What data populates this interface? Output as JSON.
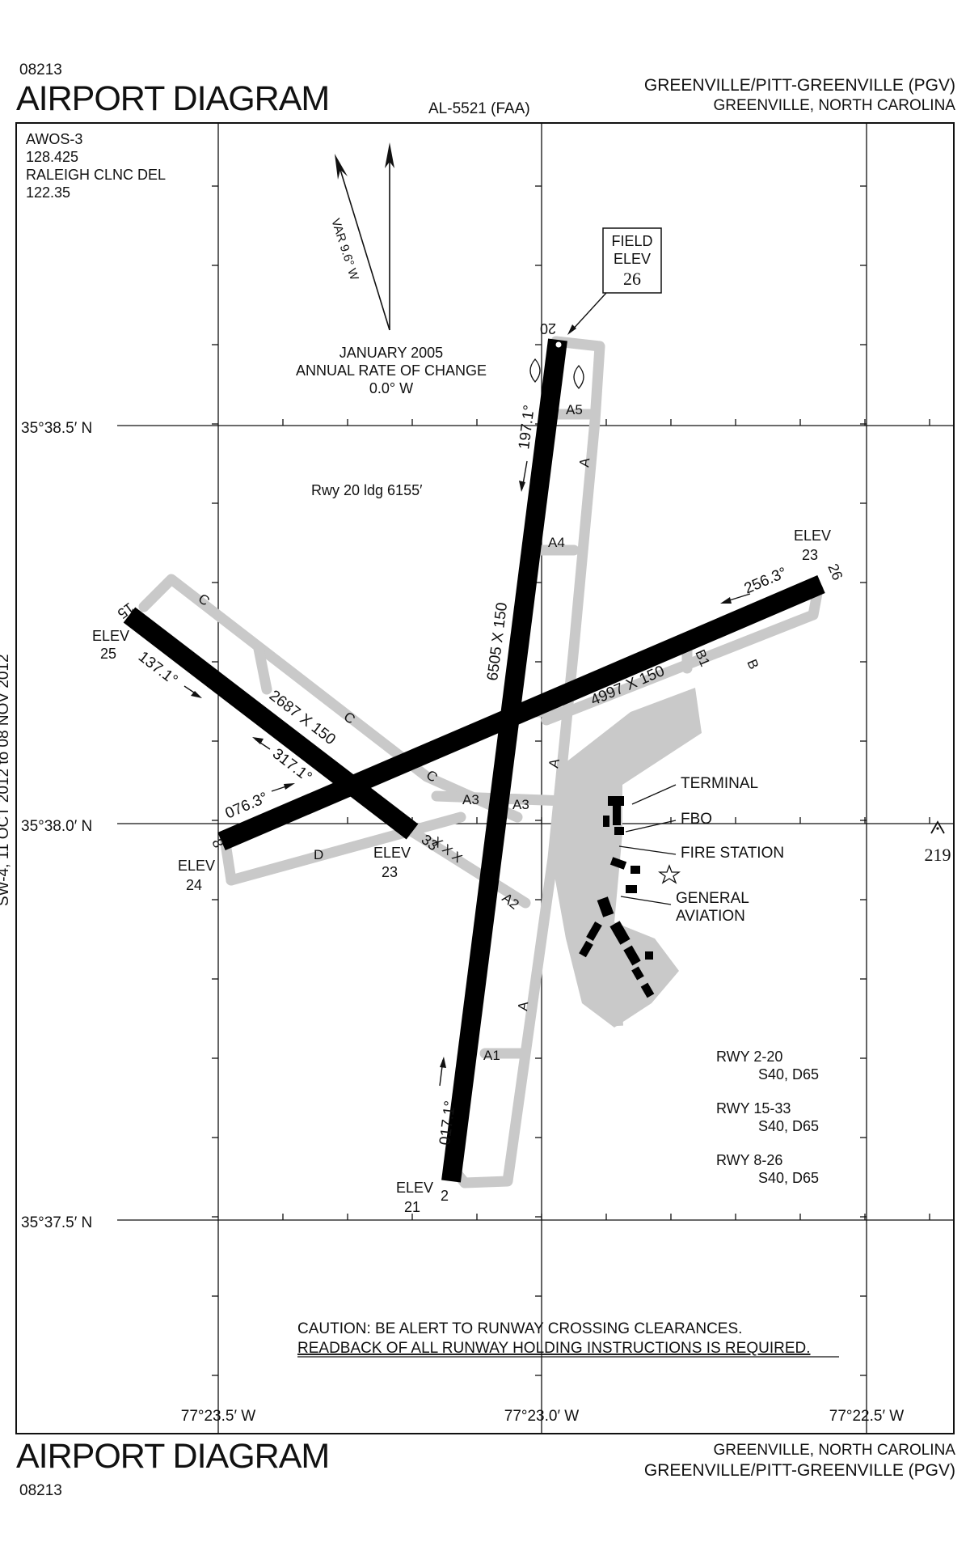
{
  "header": {
    "doc_number": "08213",
    "title": "AIRPORT DIAGRAM",
    "chart_id": "AL-5521 (FAA)",
    "airport_name": "GREENVILLE/PITT-GREENVILLE (PGV)",
    "location": "GREENVILLE, NORTH CAROLINA"
  },
  "footer": {
    "doc_number": "08213",
    "title": "AIRPORT DIAGRAM",
    "airport_name": "GREENVILLE/PITT-GREENVILLE (PGV)",
    "location": "GREENVILLE, NORTH CAROLINA"
  },
  "comms": [
    "AWOS-3",
    "128.425",
    "RALEIGH CLNC DEL",
    "122.35"
  ],
  "magnetic": {
    "variation": "VAR 9.6° W",
    "date": "JANUARY 2005",
    "rate_label": "ANNUAL RATE OF CHANGE",
    "rate_value": "0.0° W"
  },
  "field_elev": {
    "line1": "FIELD",
    "line2": "ELEV",
    "value": "26"
  },
  "latitudes": [
    "35°38.5′ N",
    "35°38.0′ N",
    "35°37.5′ N"
  ],
  "longitudes": [
    "77°23.5′ W",
    "77°23.0′ W",
    "77°22.5′ W"
  ],
  "runways": {
    "rwy_2_20": {
      "end_2": "2",
      "end_20": "20",
      "dims": "6505 X 150",
      "hdg_20": "197.1°",
      "hdg_2": "017.1°",
      "ldg_note": "Rwy 20 ldg 6155′",
      "elev_2_label": "ELEV",
      "elev_2_value": "21"
    },
    "rwy_8_26": {
      "end_8": "8",
      "end_26": "26",
      "dims": "4997 X 150",
      "hdg_26": "256.3°",
      "hdg_8": "076.3°",
      "elev_8_label": "ELEV",
      "elev_8_value": "24",
      "elev_26_label": "ELEV",
      "elev_26_value": "23"
    },
    "rwy_15_33": {
      "end_15": "15",
      "end_33": "33",
      "dims": "2687 X 150",
      "hdg_15": "137.1°",
      "hdg_33": "317.1°",
      "elev_15_label": "ELEV",
      "elev_15_value": "25",
      "elev_33_label": "ELEV",
      "elev_33_value": "23",
      "closed_marks": "X X X"
    }
  },
  "taxiways": {
    "a": "A",
    "a1": "A1",
    "a2": "A2",
    "a3": "A3",
    "a4": "A4",
    "a5": "A5",
    "b": "B",
    "b1": "B1",
    "c": "C",
    "d": "D"
  },
  "facilities": {
    "terminal": "TERMINAL",
    "fbo": "FBO",
    "fire_station": "FIRE STATION",
    "general_aviation_1": "GENERAL",
    "general_aviation_2": "AVIATION"
  },
  "obstacle": {
    "value": "219"
  },
  "pcn": [
    {
      "rwy": "RWY 2-20",
      "value": "S40, D65"
    },
    {
      "rwy": "RWY 15-33",
      "value": "S40, D65"
    },
    {
      "rwy": "RWY 8-26",
      "value": "S40, D65"
    }
  ],
  "caution": {
    "line1": "CAUTION: BE ALERT TO RUNWAY CROSSING CLEARANCES.",
    "line2": "READBACK OF ALL RUNWAY HOLDING INSTRUCTIONS IS REQUIRED."
  },
  "side_text": "SW-4, 11 OCT 2012 to 08 NOV 2012",
  "colors": {
    "runway": "#000000",
    "taxiway": "#c9c9c9",
    "ink": "#111111",
    "background": "#ffffff"
  }
}
